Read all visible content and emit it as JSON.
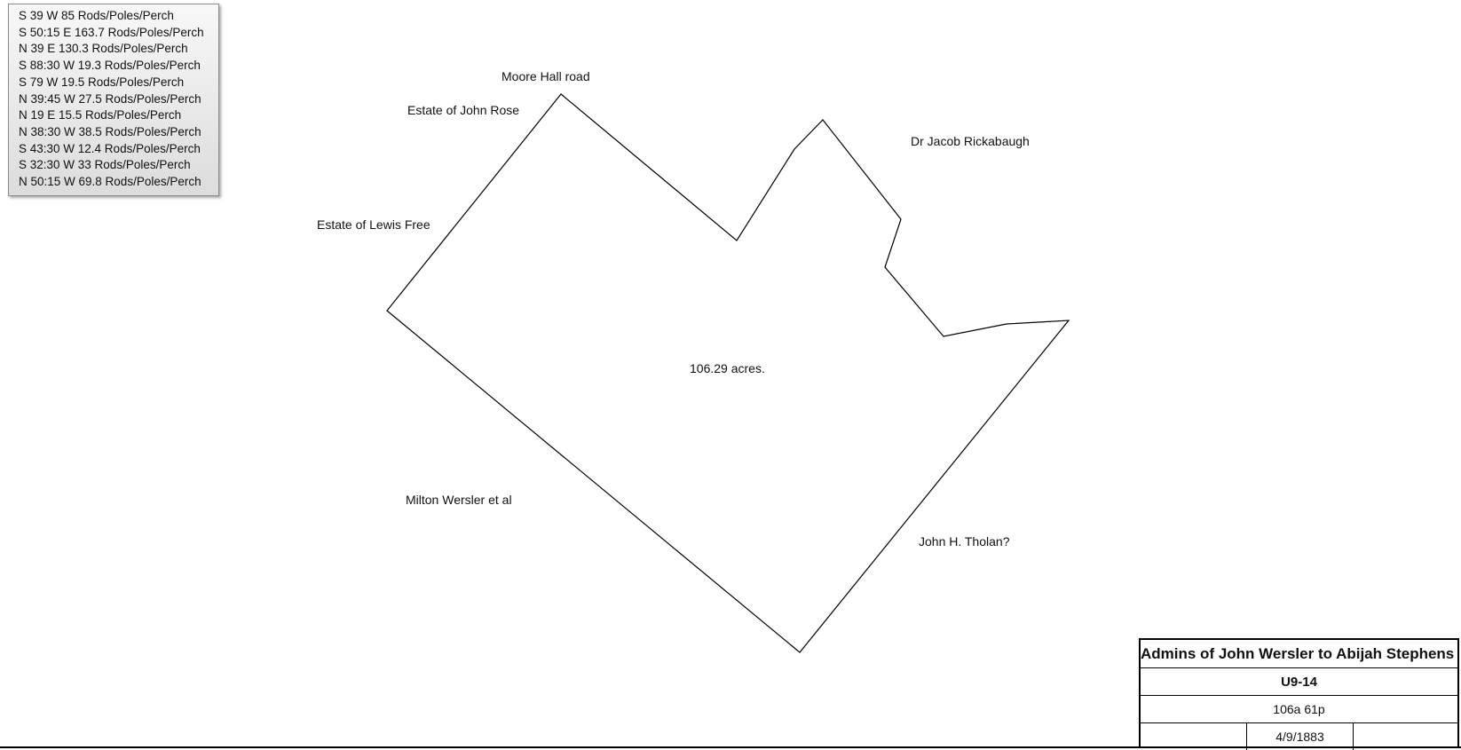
{
  "calls": [
    "S 39 W 85 Rods/Poles/Perch",
    "S 50:15 E 163.7 Rods/Poles/Perch",
    "N 39 E 130.3 Rods/Poles/Perch",
    "S 88:30 W 19.3 Rods/Poles/Perch",
    "S 79 W 19.5 Rods/Poles/Perch",
    "N 39:45 W 27.5 Rods/Poles/Perch",
    "N 19 E 15.5 Rods/Poles/Perch",
    "N 38:30 W 38.5 Rods/Poles/Perch",
    "S 43:30 W 12.4 Rods/Poles/Perch",
    "S 32:30 W 33 Rods/Poles/Perch",
    "N 50:15 W 69.8 Rods/Poles/Perch"
  ],
  "labels": {
    "moore_hall_road": "Moore Hall road",
    "estate_john_rose": "Estate of John Rose",
    "dr_jacob": "Dr Jacob Rickabaugh",
    "estate_lewis_free": "Estate of Lewis Free",
    "acres": "106.29 acres.",
    "milton_wersler": "Milton Wersler et al",
    "john_tholan": "John H. Tholan?"
  },
  "titleblock": {
    "title": "Admins of John Wersler to Abijah Stephens",
    "code": "U9-14",
    "area": "106a 61p",
    "date": "4/9/1883",
    "blank1": "",
    "blank2": ""
  },
  "colors": {
    "line": "#000000",
    "panel": "#e6e6e6"
  }
}
